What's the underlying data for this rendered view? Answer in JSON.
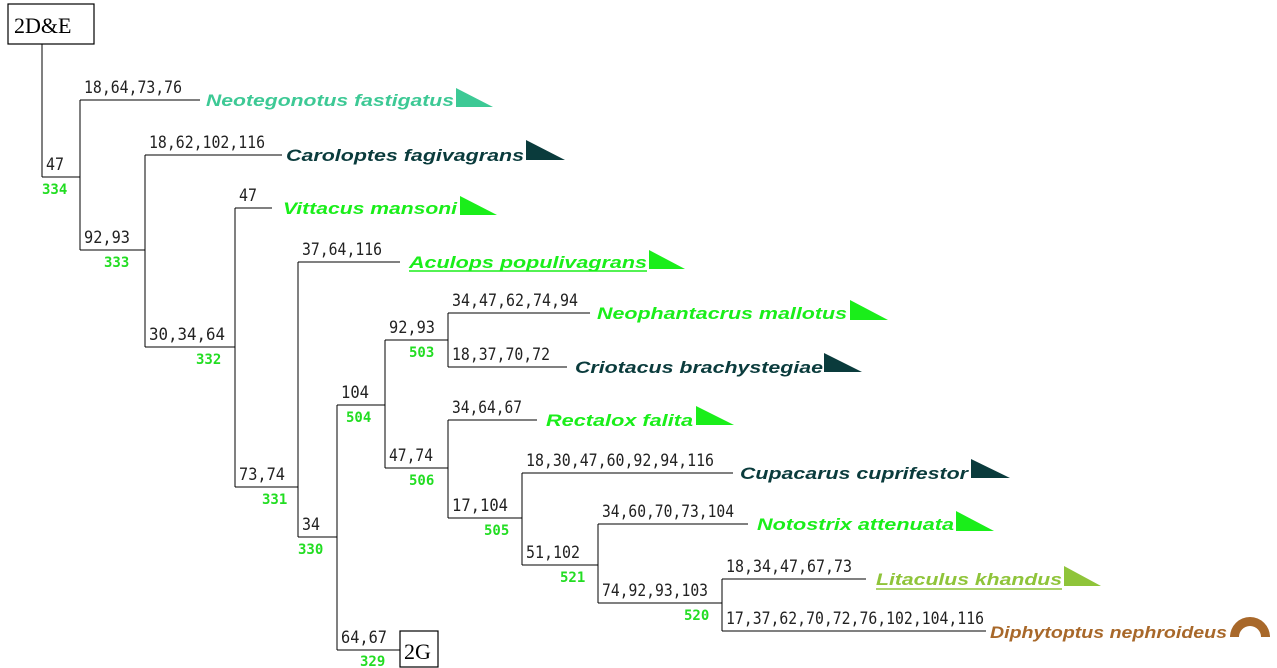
{
  "colors": {
    "teal": "#3dc995",
    "dark": "#0a3b3c",
    "green": "#1aee1a",
    "olive": "#8fc43a",
    "brown": "#a8682a",
    "node_id": "#22dd22"
  },
  "root_box": "2D&E",
  "continuation_box": "2G",
  "branches": [
    {
      "id": "b1",
      "text": "18,64,73,76"
    },
    {
      "id": "b2",
      "text": "18,62,102,116"
    },
    {
      "id": "b3",
      "text": "47"
    },
    {
      "id": "b4",
      "text": "37,64,116"
    },
    {
      "id": "b5",
      "text": "34,47,62,74,94"
    },
    {
      "id": "b6",
      "text": "18,37,70,72"
    },
    {
      "id": "b7",
      "text": "34,64,67"
    },
    {
      "id": "b8",
      "text": "18,30,47,60,92,94,116"
    },
    {
      "id": "b9",
      "text": "34,60,70,73,104"
    },
    {
      "id": "b10",
      "text": "18,34,47,67,73"
    },
    {
      "id": "b11",
      "text": "17,37,62,70,72,76,102,104,116"
    },
    {
      "id": "i334",
      "text": "47"
    },
    {
      "id": "i333",
      "text": "92,93"
    },
    {
      "id": "i332",
      "text": "30,34,64"
    },
    {
      "id": "i331",
      "text": "73,74"
    },
    {
      "id": "i330",
      "text": "34"
    },
    {
      "id": "i504",
      "text": "104"
    },
    {
      "id": "i503",
      "text": "92,93"
    },
    {
      "id": "i506",
      "text": "47,74"
    },
    {
      "id": "i505",
      "text": "17,104"
    },
    {
      "id": "i521",
      "text": "51,102"
    },
    {
      "id": "i520",
      "text": "74,92,93,103"
    },
    {
      "id": "i329",
      "text": "64,67"
    }
  ],
  "node_ids": [
    {
      "id": "n334",
      "text": "334"
    },
    {
      "id": "n333",
      "text": "333"
    },
    {
      "id": "n332",
      "text": "332"
    },
    {
      "id": "n331",
      "text": "331"
    },
    {
      "id": "n330",
      "text": "330"
    },
    {
      "id": "n504",
      "text": "504"
    },
    {
      "id": "n503",
      "text": "503"
    },
    {
      "id": "n506",
      "text": "506"
    },
    {
      "id": "n505",
      "text": "505"
    },
    {
      "id": "n521",
      "text": "521"
    },
    {
      "id": "n520",
      "text": "520"
    },
    {
      "id": "n329",
      "text": "329"
    }
  ],
  "taxa": [
    {
      "name": "Neotegonotus fastigatus",
      "color": "teal",
      "underline": false,
      "icon": "wedge-icon"
    },
    {
      "name": "Caroloptes fagivagrans",
      "color": "dark",
      "underline": false,
      "icon": "wedge-icon"
    },
    {
      "name": "Vittacus mansoni",
      "color": "green",
      "underline": false,
      "icon": "wedge-icon"
    },
    {
      "name": "Aculops populivagrans",
      "color": "green",
      "underline": true,
      "icon": "wedge-icon"
    },
    {
      "name": "Neophantacrus mallotus",
      "color": "green",
      "underline": false,
      "icon": "wedge-icon"
    },
    {
      "name": "Criotacus brachystegiae",
      "color": "dark",
      "underline": false,
      "icon": "wedge-icon"
    },
    {
      "name": "Rectalox falita",
      "color": "green",
      "underline": false,
      "icon": "wedge-icon"
    },
    {
      "name": "Cupacarus cuprifestor",
      "color": "dark",
      "underline": false,
      "icon": "wedge-icon"
    },
    {
      "name": "Notostrix attenuata",
      "color": "green",
      "underline": false,
      "icon": "wedge-icon"
    },
    {
      "name": "Litaculus khandus",
      "color": "olive",
      "underline": true,
      "icon": "wedge-icon"
    },
    {
      "name": "Diphytoptus nephroideus",
      "color": "brown",
      "underline": false,
      "icon": "dome-icon"
    }
  ]
}
